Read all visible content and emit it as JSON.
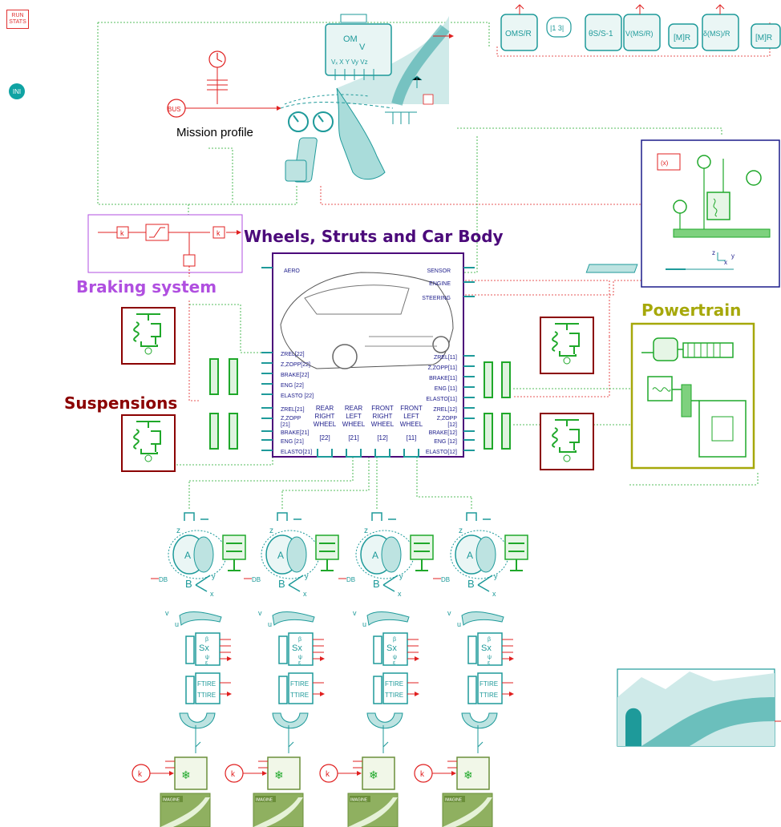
{
  "toolbar": {
    "run_stats_line1": "RUN",
    "run_stats_line2": "STATS",
    "ini_label": "INI"
  },
  "titles": {
    "body": "Wheels, Struts and Car Body",
    "braking": "Braking system",
    "suspensions": "Suspensions",
    "powertrain": "Powertrain",
    "mission": "Mission profile"
  },
  "bus_label": "BUS",
  "body_ports_left": [
    "AERO",
    "ZREL[22]",
    "Z,ZOPP[22]",
    "BRAKE[22]",
    "ENG [22]",
    "ELASTO [22]",
    "ZREL[21]",
    "Z,ZOPP",
    "[21]",
    "BRAKE[21]",
    "ENG [21]",
    "ELASTO[21]"
  ],
  "body_ports_right": [
    "SENSOR",
    "ENGINE",
    "STEERING",
    "ZREL[11]",
    "Z,ZOPP[11]",
    "BRAKE[11]",
    "ENG [11]",
    "ELASTO[11]",
    "ZREL[12]",
    "Z,ZOPP",
    "[12]",
    "BRAKE[12]",
    "ENG [12]",
    "ELASTO[12]"
  ],
  "wheels": [
    {
      "l1": "REAR",
      "l2": "RIGHT",
      "l3": "WHEEL",
      "idx": "[22]"
    },
    {
      "l1": "REAR",
      "l2": "LEFT",
      "l3": "WHEEL",
      "idx": "[21]"
    },
    {
      "l1": "FRONT",
      "l2": "RIGHT",
      "l3": "WHEEL",
      "idx": "[12]"
    },
    {
      "l1": "FRONT",
      "l2": "LEFT",
      "l3": "WHEEL",
      "idx": "[11]"
    }
  ],
  "sensor_labels": [
    "OMS/R",
    "|1 3|",
    "θS/S-1",
    "V(MS/R)",
    "[M]R",
    "δ(MS)/R",
    "[M]R"
  ],
  "column_labels": {
    "k": "k",
    "imagine": "IMAGINE",
    "sx": "Sx",
    "beta": "β",
    "psi": "ψ",
    "eps": "ε",
    "ftire": "FTIRE",
    "ttire": "TTIRE",
    "z": "z",
    "x": "x",
    "y": "y",
    "b": "B",
    "a": "A",
    "u": "u",
    "v": "v",
    "db": "DB"
  },
  "road_sensor_labels": {
    "om": "OM",
    "v": "V",
    "xyz": "Vₓ X Y Vy Vz"
  },
  "colors": {
    "teal": "#1e9a9a",
    "green": "#1fa82a",
    "red": "#e02020",
    "darkred": "#8b0000",
    "purple": "#4b0a7a",
    "lilac": "#b04fe0",
    "olive": "#a6a80a",
    "navy": "#1b1b8a"
  }
}
